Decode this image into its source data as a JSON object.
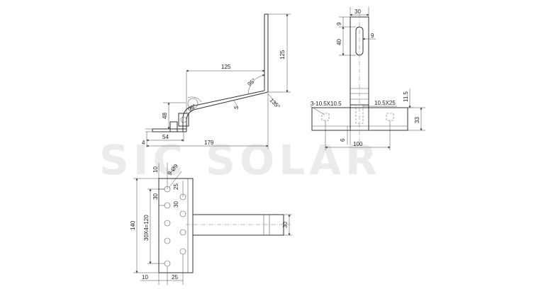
{
  "watermark": "SIC SOLAR",
  "side_view": {
    "dims": {
      "d125_vertical": "125",
      "d125_horizontal": "125",
      "d95_upper": "95°",
      "d95_lower": "95°",
      "d135": "135°",
      "d5": "5",
      "d48": "48",
      "d54": "54",
      "d179": "179",
      "d4": "4"
    }
  },
  "end_view": {
    "dims": {
      "d30": "30",
      "d9_top": "9",
      "d9_side": "9",
      "d40": "40",
      "d11_5": "11.5",
      "slot_small": "3-10.5X10.5",
      "slot_large": "10.5X25",
      "d33": "33",
      "d6": "6",
      "d100": "100"
    }
  },
  "plan_view": {
    "dims": {
      "d10_top": "10",
      "hole": "9-Ø9",
      "d25_top": "25",
      "d30_a": "30",
      "d30_b": "30",
      "d140": "140",
      "d30x4": "30X4=120",
      "d30_side": "30",
      "d10_bottom": "10",
      "d25_bottom": "25"
    }
  }
}
